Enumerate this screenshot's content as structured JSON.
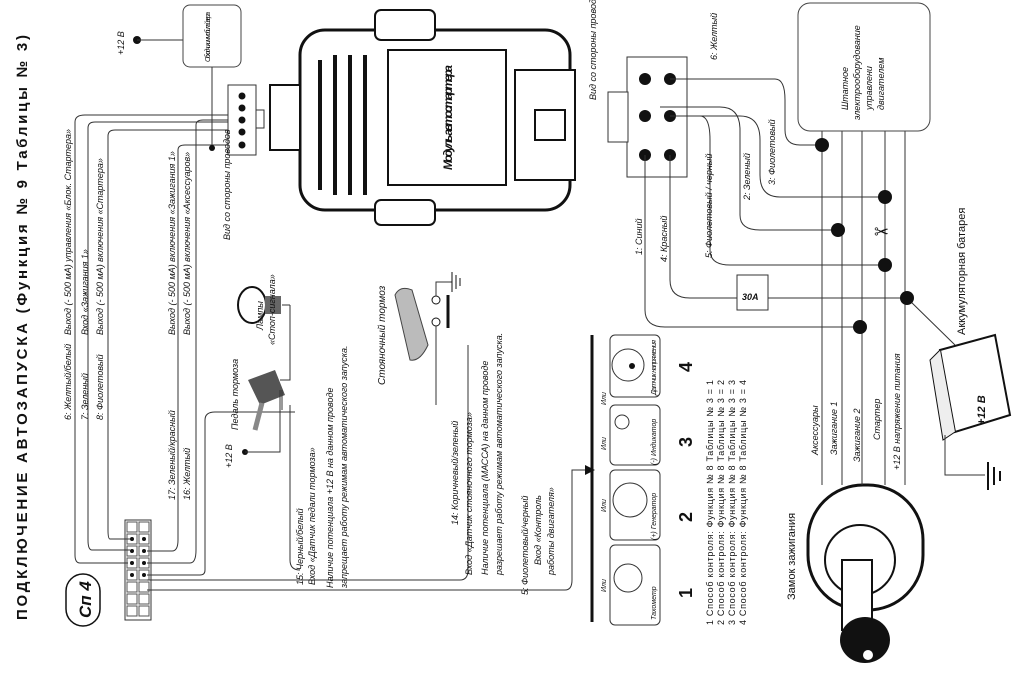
{
  "title": "ПОДКЛЮЧЕНИЕ АВТОЗАПУСКА (Функция № 9 Таблицы № 3)",
  "badge": "Сп 4",
  "wires_left": [
    {
      "color": "6: Желтый/белый",
      "func": "Выход (- 500 мА) управления «Блок. Стартера»"
    },
    {
      "color": "7: Зеленый",
      "func": "Вход «Зажигания 1»"
    },
    {
      "color": "8: Фиолетовый",
      "func": "Выход (- 500 мА) включения «Стартера»"
    },
    {
      "color": "17: Зеленый/красный",
      "func": "Выход (- 500 мА) включения «Зажигания 1»"
    },
    {
      "color": "16: Желтый",
      "func": "Выход (- 500 мА) включения «Аксессуаров»"
    }
  ],
  "plus12": "+12 В",
  "immo_bypass": "Обходчик иммобилай-зера",
  "view_wires": "Вид со стороны проводов",
  "module": "Модуль автостартера",
  "brake_lamps": [
    "Лампы",
    "«Стоп-сигнала»"
  ],
  "brake_pedal": "Педаль тормоза",
  "brake_wire": {
    "color": "15: Черный/белый",
    "func": "Вход «Датчик педали тормоза»",
    "note1": "Наличие потенциала +12 В на данном проводе",
    "note2": "запрещает работу режимам автоматического запуска."
  },
  "parking_brake": "Стояночный тормоз",
  "park_wire": {
    "color": "14: Коричневый/зеленый",
    "func": "Вход «Датчик стояночного тормоза»",
    "note1": "Наличие потенциала (МАССА) на данном проводе",
    "note2": "разрешает работу режимам автоматического запуска."
  },
  "engine_wire": [
    "5: Фиолетовый/черный",
    "Вход «Контроль",
    "работы двигателя»"
  ],
  "or": "Или",
  "methods": [
    {
      "num": "1",
      "label": "Тахометр"
    },
    {
      "num": "2",
      "label": "(+) Генератор"
    },
    {
      "num": "3",
      "label": "(-) Индикатор"
    },
    {
      "num": "4",
      "label": "Датчик напряжения"
    }
  ],
  "method_lines": [
    "1 Способ контроля: Функция № 8 Таблицы № 3 = 1",
    "2 Способ контроля: Функция № 8 Таблицы № 3 = 2",
    "3 Способ контроля: Функция № 8 Таблицы № 3 = 3",
    "4 Способ контроля: Функция № 8 Таблицы № 3 = 4"
  ],
  "ignition_lock": "Замок зажигания",
  "ignition_wires": [
    "Аксессуары",
    "Зажигание 1",
    "Зажигание 2",
    "Стартер",
    "+12 В напряжение питания"
  ],
  "engine_box": [
    "Штатное",
    "электрооборудование",
    "управлени",
    "двигателем"
  ],
  "battery": "Аккумуляторная батарея",
  "battery_v": "+12 В",
  "fuse": "30А",
  "wires_right": [
    "6: Желтый",
    "3: Фиолетовый",
    "2: Зеленый",
    "5: Фиолетовый / черный",
    "1: Синий",
    "4: Красный"
  ]
}
